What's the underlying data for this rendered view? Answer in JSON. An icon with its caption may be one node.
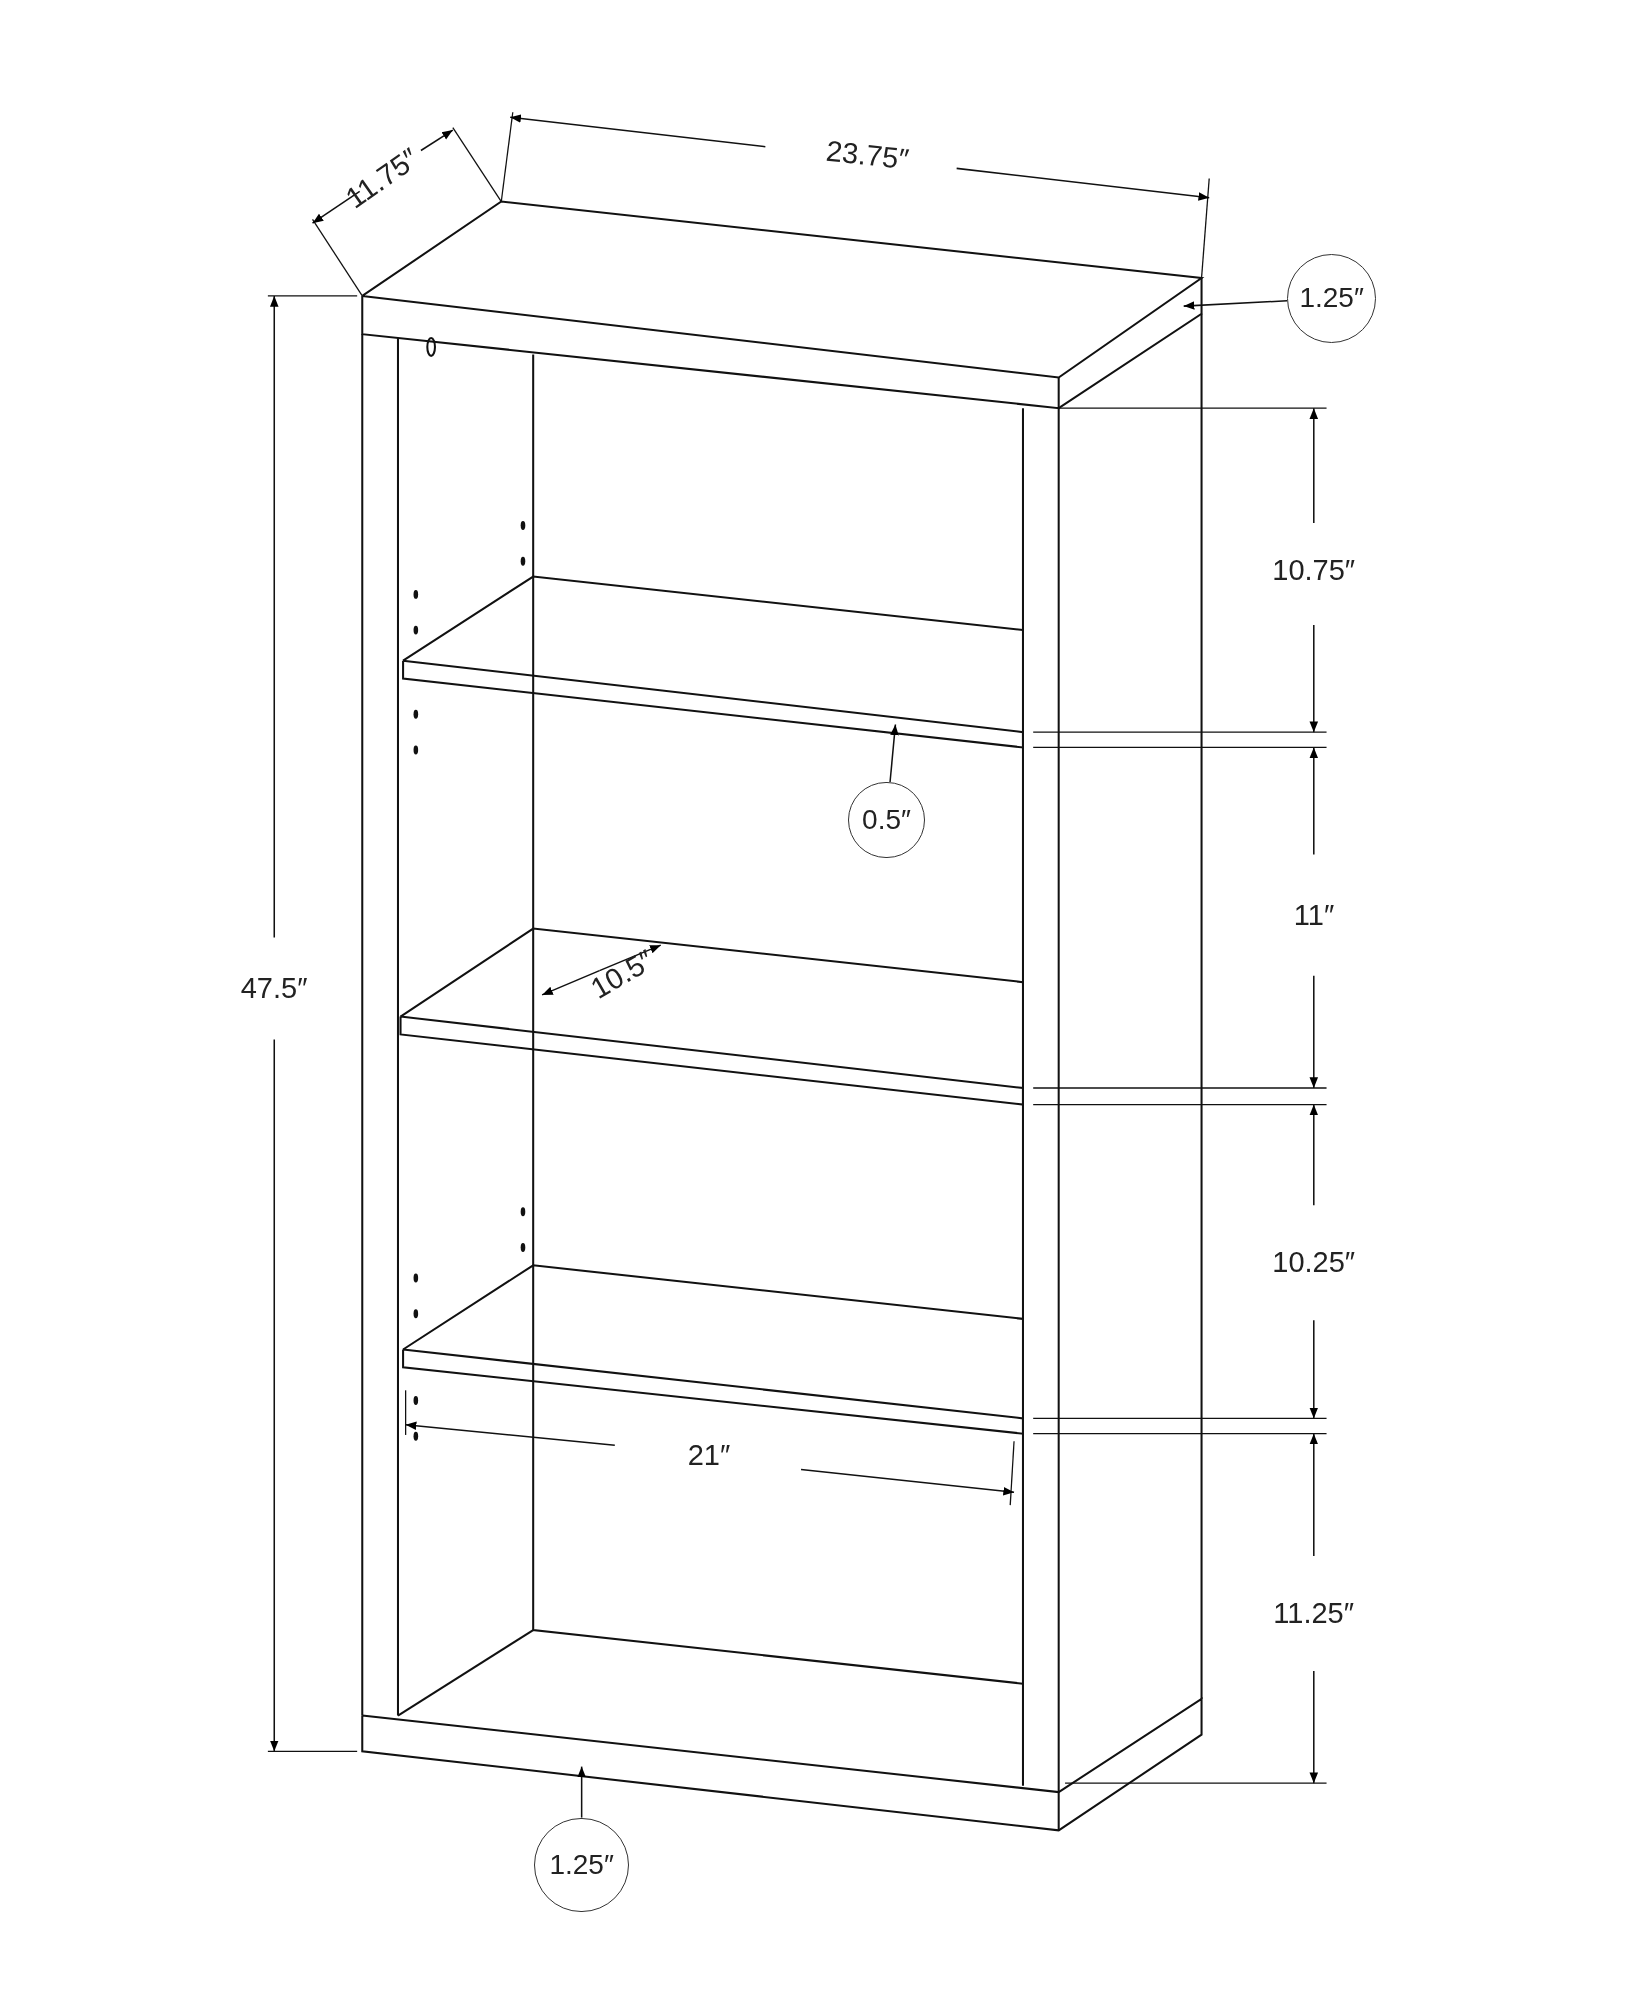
{
  "diagram": {
    "nodes": [
      {
        "text": [
          "1.25″"
        ]
      },
      {
        "text": [
          "0.5″"
        ]
      },
      {
        "text": [
          "1.25″"
        ]
      }
    ],
    "edges": [
      {
        "from": 0,
        "to": null,
        "arrow": "to"
      },
      {
        "from": 1,
        "to": null,
        "arrow": "to"
      },
      {
        "from": 2,
        "to": null,
        "arrow": "to"
      }
    ],
    "labels": [
      "11.75″",
      "23.75″",
      "47.5″",
      "10.75″",
      "11″",
      "10.5″",
      "10.25″",
      "21″",
      "11.25″"
    ]
  }
}
